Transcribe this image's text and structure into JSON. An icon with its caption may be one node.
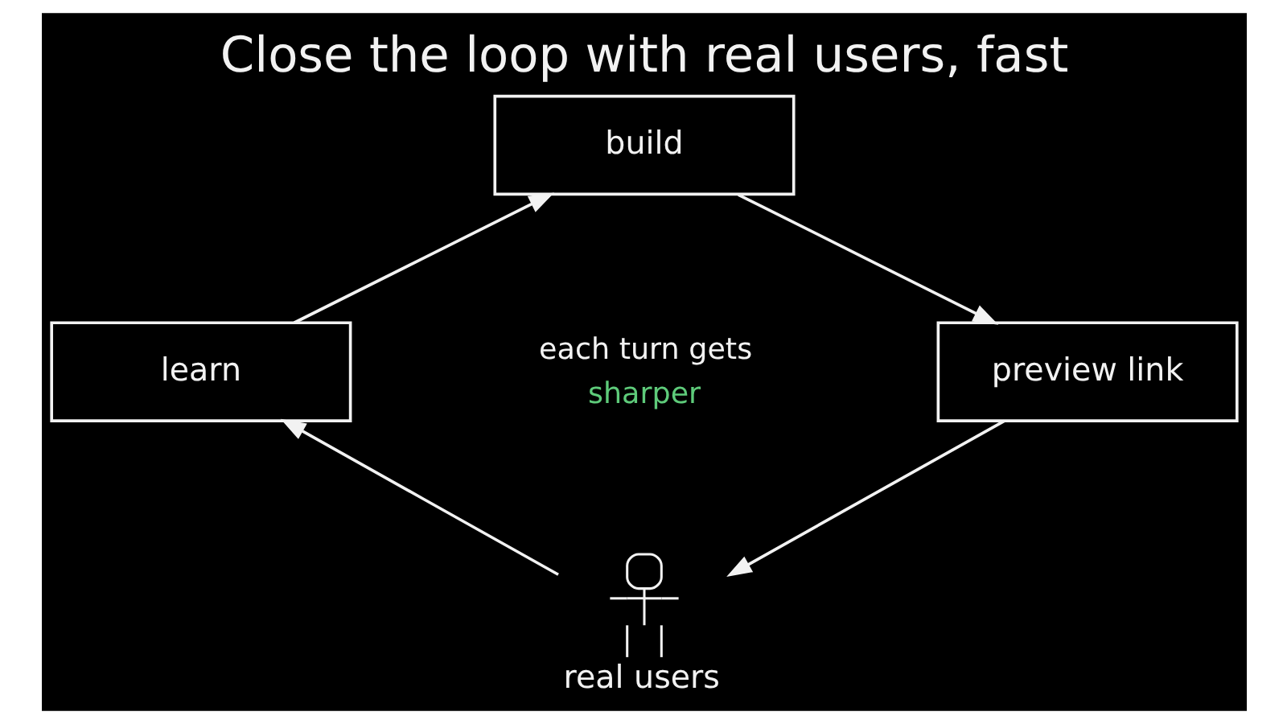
{
  "diagram": {
    "title": "Close the loop with real users, fast",
    "nodes": [
      {
        "text": [
          "build"
        ]
      },
      {
        "text": [
          "learn"
        ]
      },
      {
        "text": [
          "preview link"
        ]
      },
      {
        "text": [
          "real users"
        ]
      }
    ],
    "edges": [
      {
        "from": 0,
        "to": 2,
        "arrow": "to"
      },
      {
        "from": 2,
        "to": 3,
        "arrow": "to"
      },
      {
        "from": 3,
        "to": 1,
        "arrow": "to"
      },
      {
        "from": 1,
        "to": 0,
        "arrow": "to"
      }
    ],
    "labels": [
      "each turn gets",
      "sharper"
    ]
  }
}
